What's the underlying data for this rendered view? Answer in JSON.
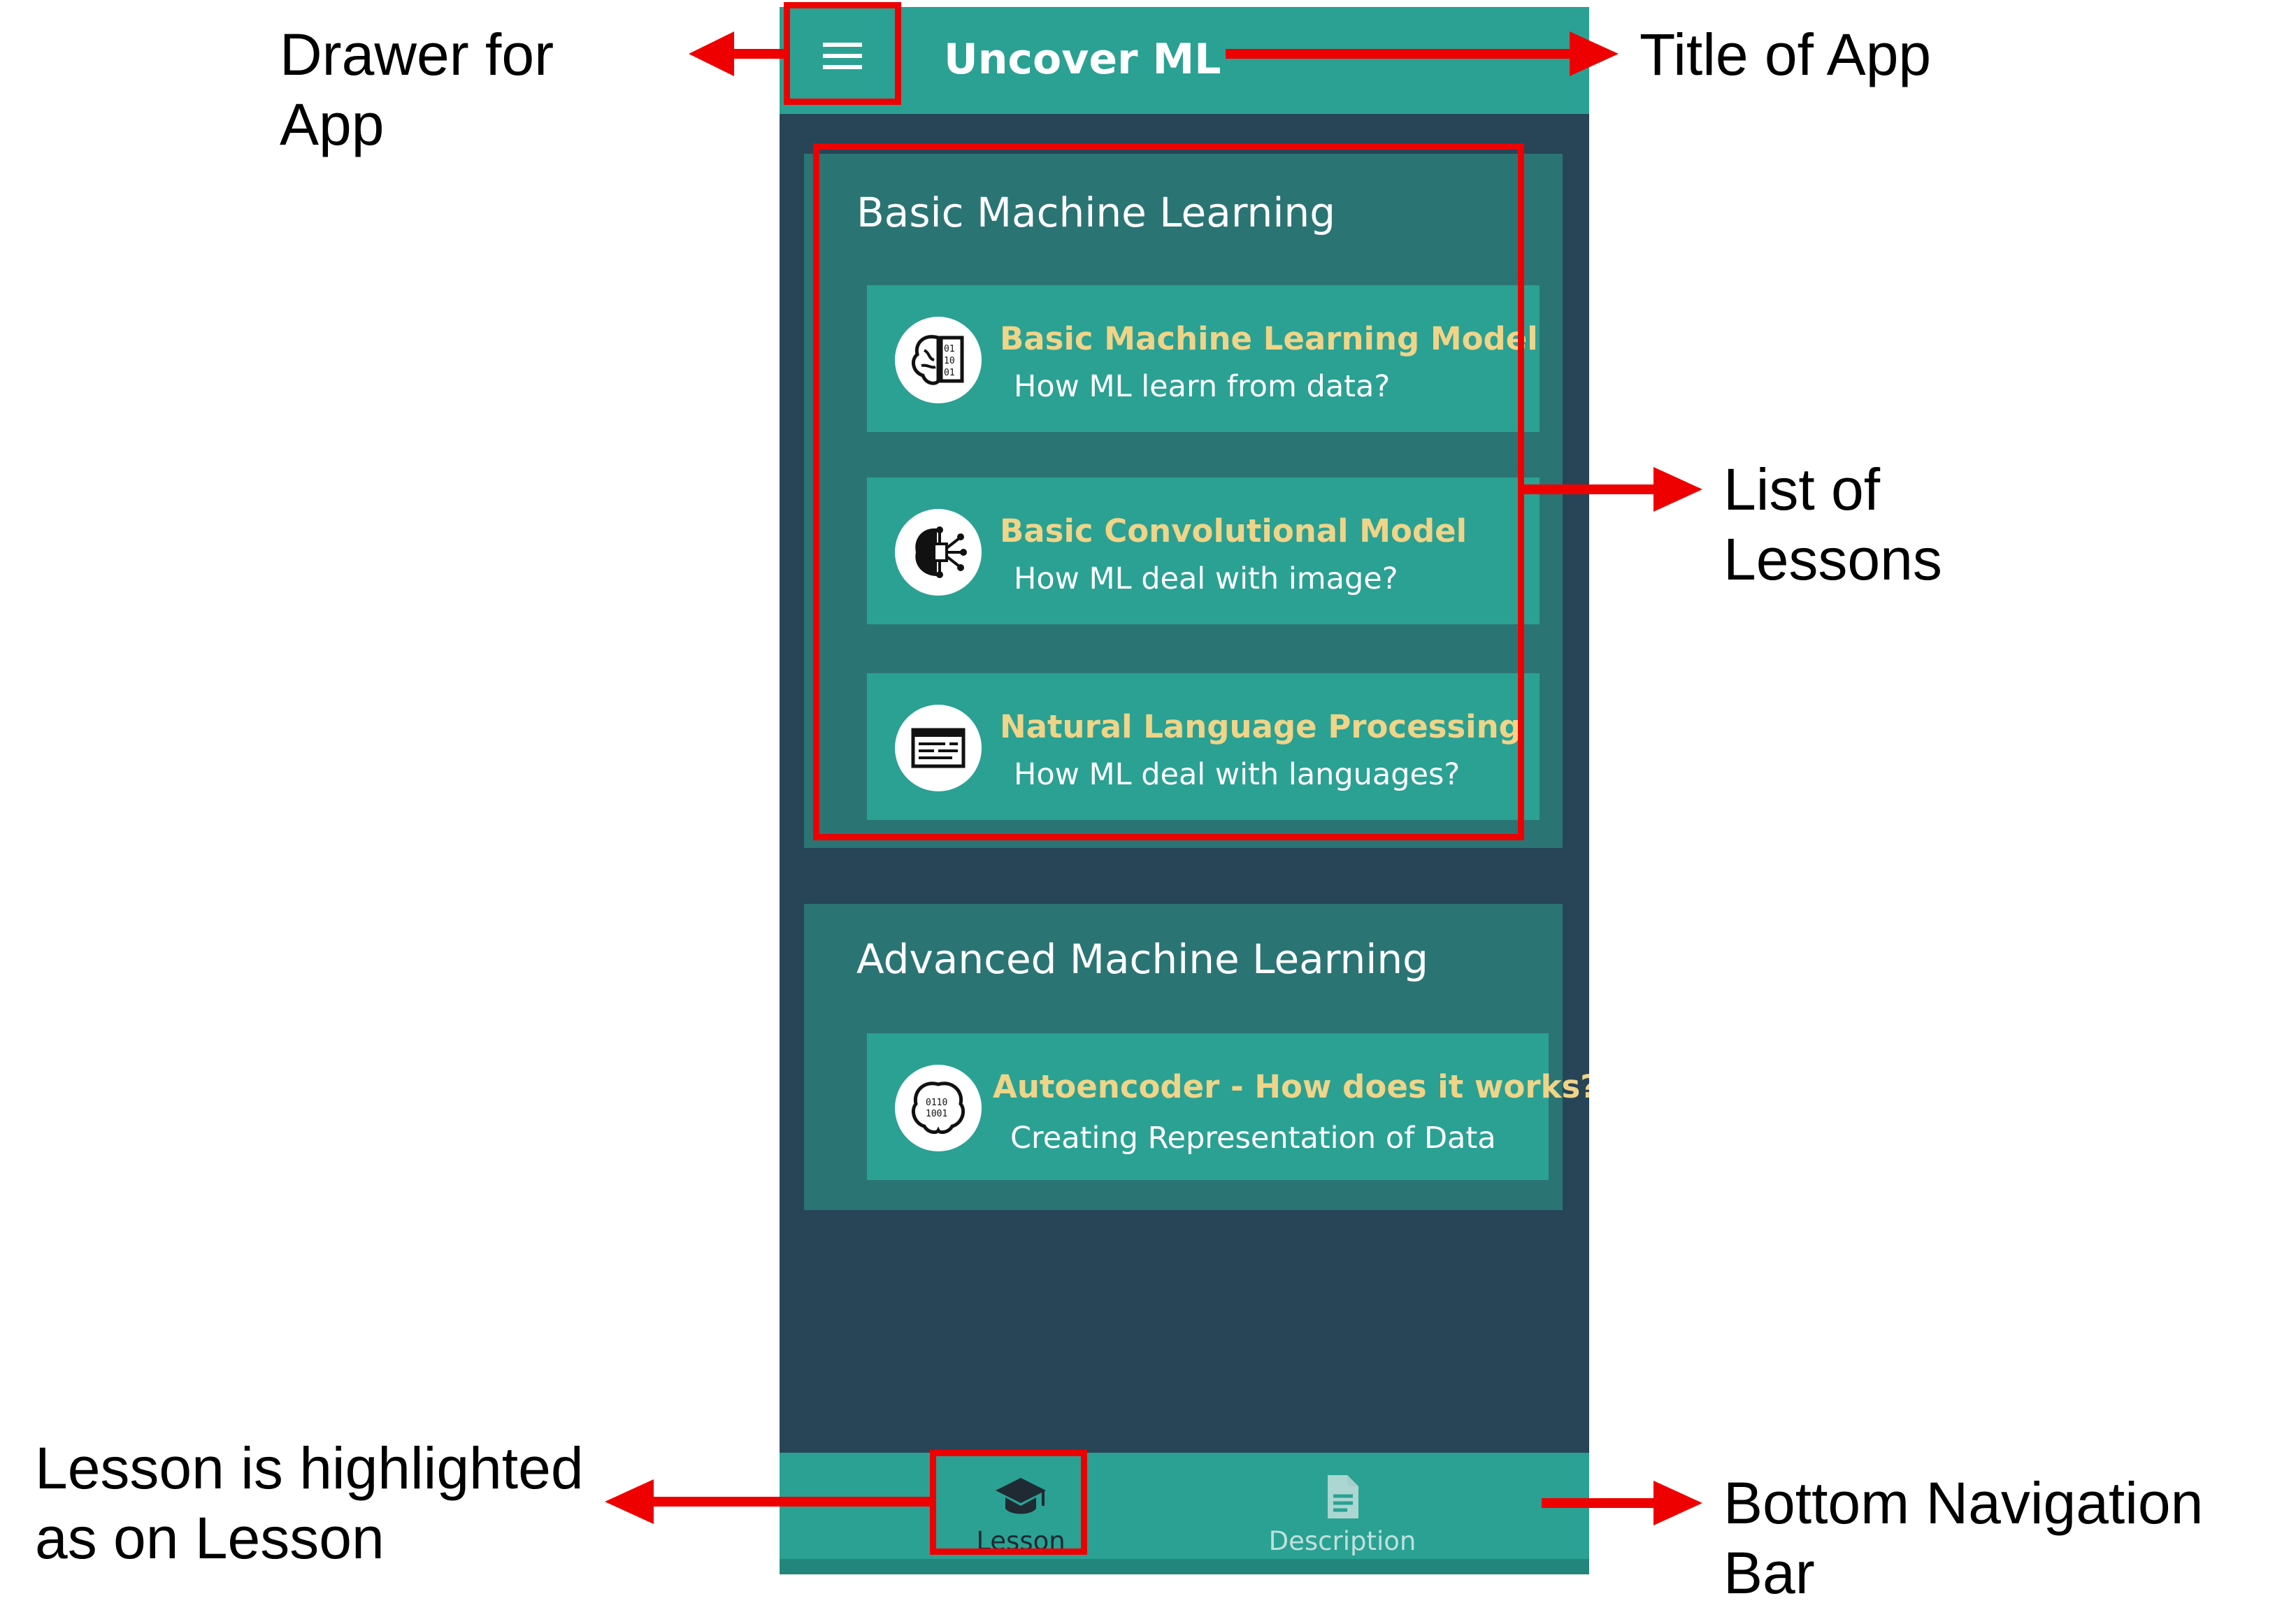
{
  "app": {
    "title": "Uncover ML",
    "background_color": "#274557",
    "bar_color": "#2aa193",
    "card_title_color": "#f0d488"
  },
  "sections": [
    {
      "title": "Basic Machine Learning",
      "lessons": [
        {
          "title": "Basic Machine Learning Model",
          "subtitle": "How ML learn from data?",
          "icon": "brain-binary-icon"
        },
        {
          "title": "Basic Convolutional Model",
          "subtitle": "How ML deal with image?",
          "icon": "brain-circuit-icon"
        },
        {
          "title": "Natural Language Processing",
          "subtitle": "How ML deal with languages?",
          "icon": "text-window-icon"
        }
      ]
    },
    {
      "title": "Advanced Machine Learning",
      "lessons": [
        {
          "title": "Autoencoder - How does it works?",
          "subtitle": "Creating Representation of Data",
          "icon": "brain-binary-icon"
        }
      ]
    }
  ],
  "bottom_nav": {
    "items": [
      {
        "label": "Lesson",
        "icon": "graduation-cap-icon",
        "active": true
      },
      {
        "label": "Description",
        "icon": "document-icon",
        "active": false
      }
    ]
  },
  "annotations": {
    "drawer": "Drawer for\nApp",
    "title": "Title of App",
    "lessons": "List of\nLessons",
    "highlight": "Lesson is highlighted\nas on Lesson",
    "bottom_nav": "Bottom Navigation\nBar",
    "highlight_color": "#ee0000"
  }
}
